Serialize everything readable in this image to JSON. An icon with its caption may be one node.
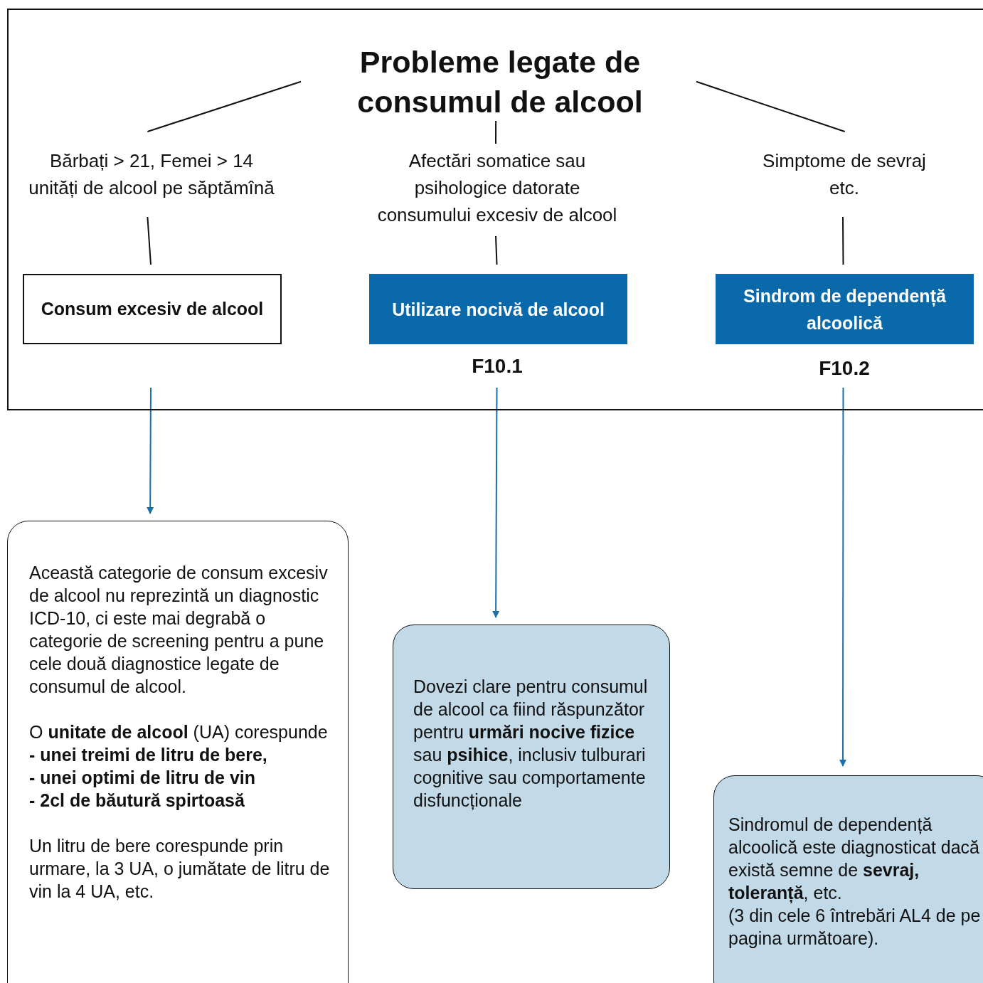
{
  "diagram": {
    "nodes": [
      {
        "text": [],
        "shape": "box"
      },
      {
        "text": [
          "Probleme legate de consumul de alcool"
        ],
        "in": 0
      },
      {
        "text": [
          "Bărbați > 21, Femei > 14 unități de alcool pe săptămînă"
        ],
        "in": 0
      },
      {
        "text": [
          "Afectări somatice sau psihologice datorate consumului excesiv de alcool"
        ],
        "in": 0
      },
      {
        "text": [
          "Simptome de sevraj etc."
        ],
        "in": 0
      },
      {
        "text": [
          "Consum excesiv de alcool"
        ],
        "in": 0
      },
      {
        "text": [
          "Utilizare nocivă de alcool"
        ],
        "in": 0,
        "beside": [
          "F10.1"
        ]
      },
      {
        "text": [
          "Sindrom de dependență alcoolică"
        ],
        "in": 0,
        "beside": [
          "F10.2"
        ]
      },
      {
        "text": [
          "Această categorie de consum excesiv de alcool nu reprezintă un diagnostic ICD-10, ci este mai degrabă o categorie de screening pentru a pune cele două diagnostice legate de consumul de alcool.",
          "O **unitate de alcool** (UA) corespunde",
          "- unei treimi de litru de bere,",
          "- unei optimi de litru de vin",
          "- 2cl de băutură spirtoasă",
          "Un litru de bere corespunde prin urmare, la 3 UA, o jumătate de litru de vin la 4 UA, etc."
        ]
      },
      {
        "text": [
          "Dovezi clare pentru consumul de alcool ca fiind răspunzător pentru **urmări nocive fizice** sau **psihice**, inclusiv tulburari cognitive sau comportamente disfuncționale"
        ]
      },
      {
        "text": [
          "Sindromul de dependență alcoolică este diagnosticat dacă există semne de **sevraj, toleranță**, etc.",
          "(3 din cele 6 întrebări AL4 de pe pagina următoare)."
        ]
      }
    ],
    "edges": [
      {
        "from": 1,
        "to": 2,
        "arrow": "none"
      },
      {
        "from": 1,
        "to": 3,
        "arrow": "none"
      },
      {
        "from": 1,
        "to": 4,
        "arrow": "none"
      },
      {
        "from": 2,
        "to": 5,
        "arrow": "none"
      },
      {
        "from": 3,
        "to": 6,
        "arrow": "none"
      },
      {
        "from": 4,
        "to": 7,
        "arrow": "none"
      },
      {
        "from": 5,
        "to": 8,
        "arrow": "to",
        "color": "#1a6fad"
      },
      {
        "from": 6,
        "to": 9,
        "arrow": "to",
        "color": "#1a6fad"
      },
      {
        "from": 7,
        "to": 10,
        "arrow": "to",
        "color": "#1a6fad"
      }
    ]
  }
}
